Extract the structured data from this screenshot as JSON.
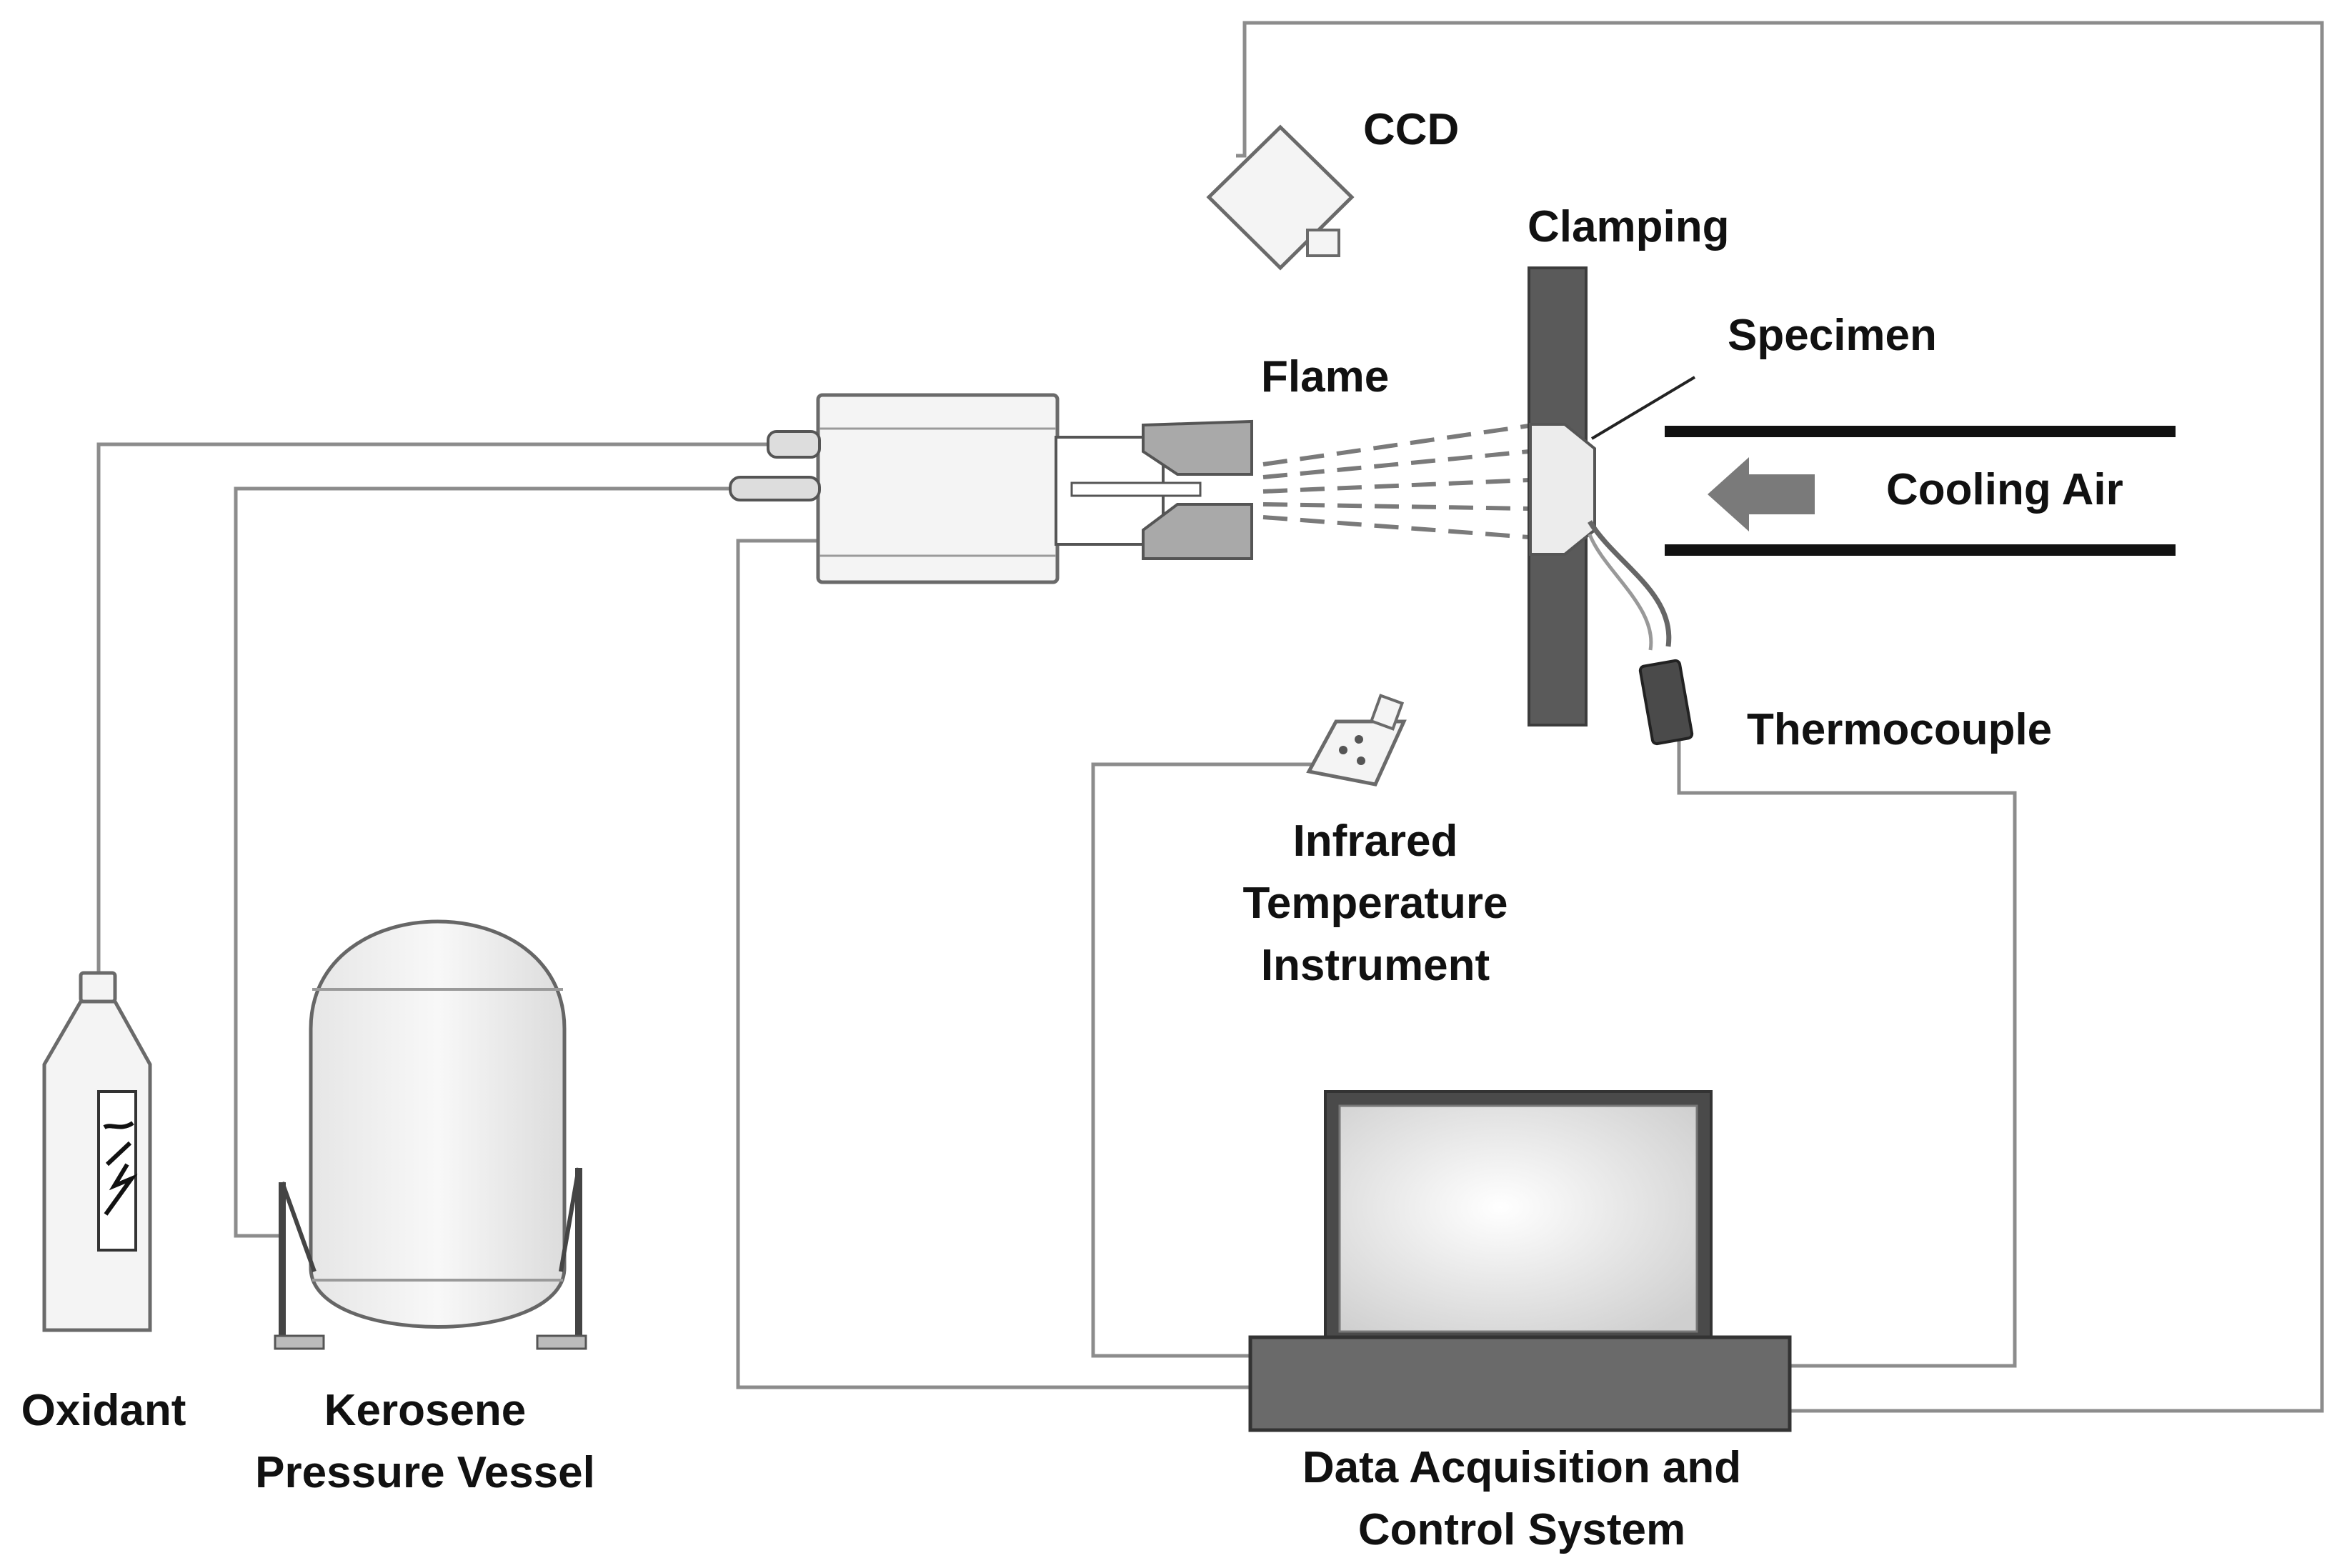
{
  "labels": {
    "ccd": "CCD",
    "clamping": "Clamping",
    "specimen": "Specimen",
    "flame": "Flame",
    "cooling_air": "Cooling Air",
    "thermocouple": "Thermocouple",
    "infrared_line1": "Infrared",
    "infrared_line2": "Temperature",
    "infrared_line3": "Instrument",
    "oxidant": "Oxidant",
    "kerosene_line1": "Kerosene",
    "kerosene_line2": "Pressure Vessel",
    "daq_line1": "Data Acquisition and",
    "daq_line2": "Control System"
  },
  "colors": {
    "line": "#8c8c8c",
    "equipment_fill": "#f4f4f4",
    "dark_part": "#5a5a5a",
    "text": "#111111"
  }
}
